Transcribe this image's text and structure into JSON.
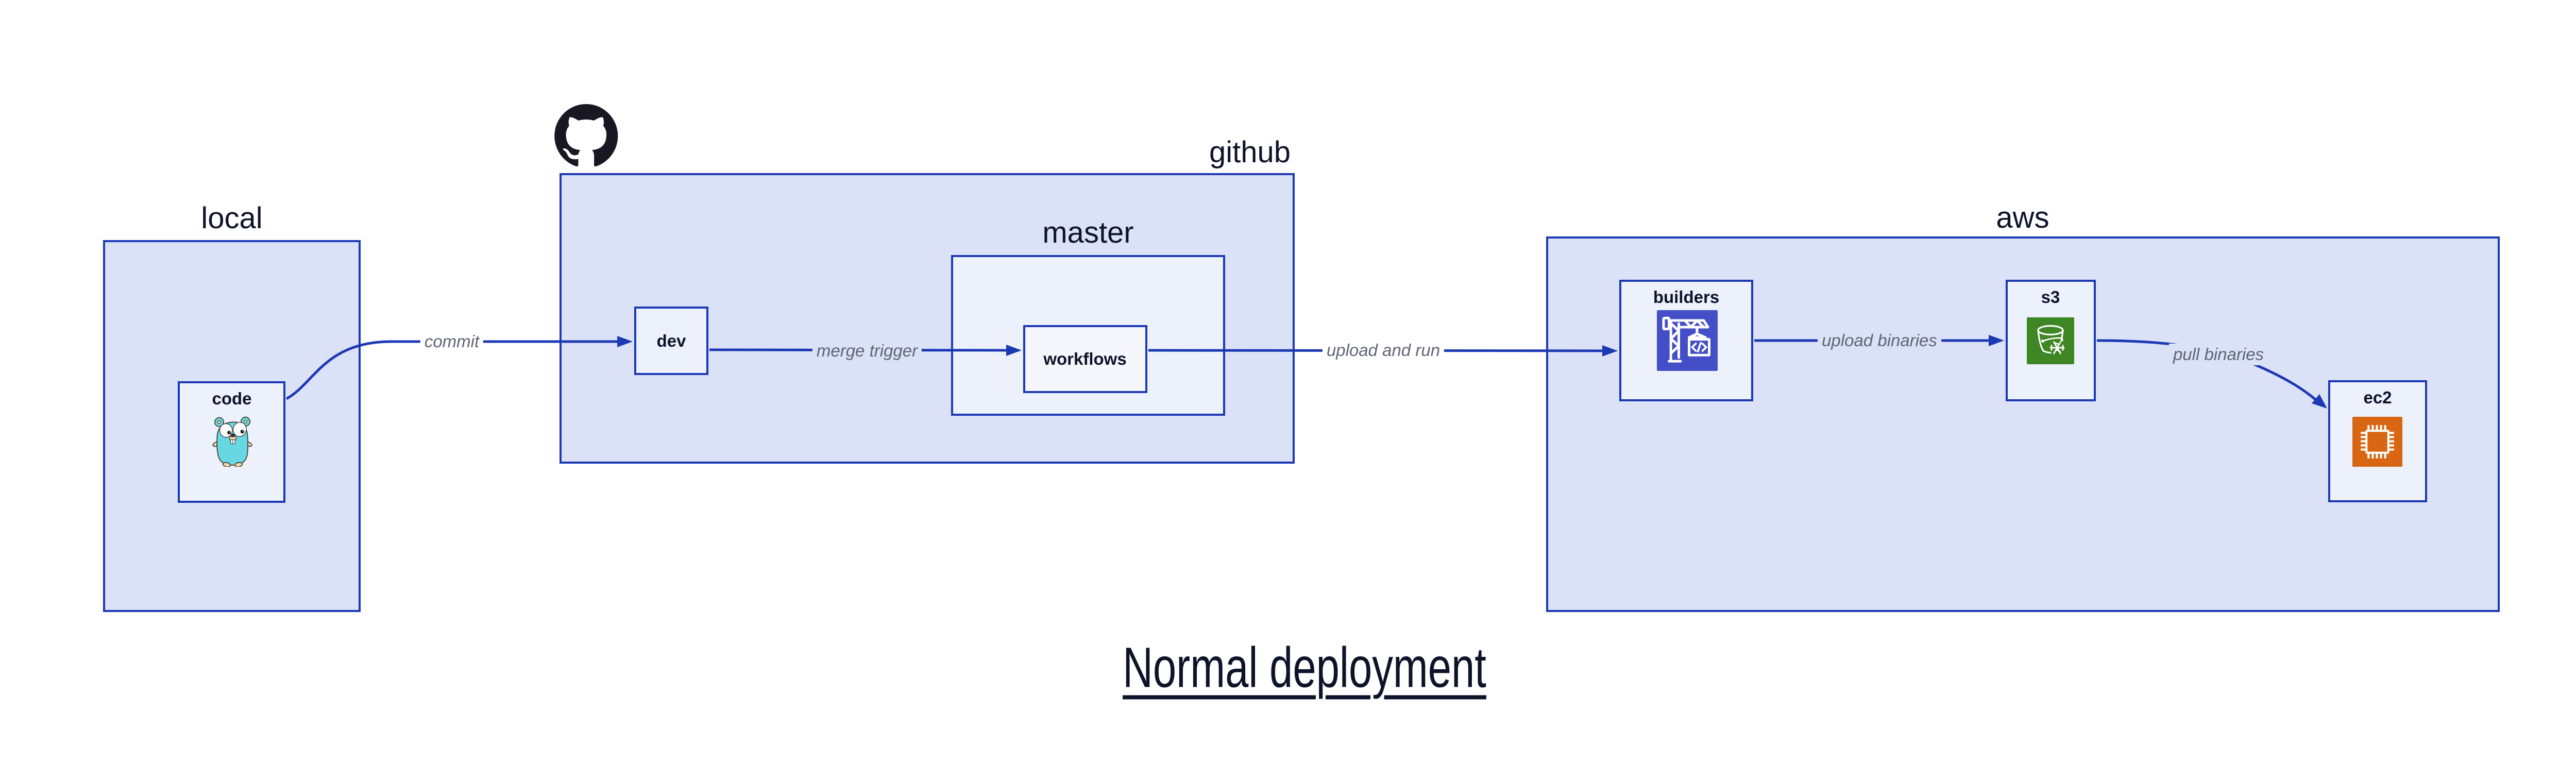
{
  "title": {
    "text": "Normal deployment"
  },
  "containers": [
    {
      "id": "local",
      "label": "local"
    },
    {
      "id": "github",
      "label": "github"
    },
    {
      "id": "master",
      "label": "master"
    },
    {
      "id": "aws",
      "label": "aws"
    }
  ],
  "nodes": [
    {
      "id": "code",
      "label": "code",
      "icon": "go-gopher-icon"
    },
    {
      "id": "dev",
      "label": "dev",
      "icon": null
    },
    {
      "id": "workflows",
      "label": "workflows",
      "icon": null
    },
    {
      "id": "builders",
      "label": "builders",
      "icon": "aws-codebuild-crane-icon"
    },
    {
      "id": "s3",
      "label": "s3",
      "icon": "aws-s3-glacier-bucket-snowflake-icon"
    },
    {
      "id": "ec2",
      "label": "ec2",
      "icon": "aws-ec2-chip-icon"
    }
  ],
  "edges": [
    {
      "label": "commit",
      "from": "code",
      "to": "dev"
    },
    {
      "label": "merge trigger",
      "from": "dev",
      "to": "workflows"
    },
    {
      "label": "upload and run",
      "from": "workflows",
      "to": "builders"
    },
    {
      "label": "upload binaries",
      "from": "builders",
      "to": "s3"
    },
    {
      "label": "pull binaries",
      "from": "s3",
      "to": "ec2"
    }
  ],
  "icons": {
    "github_logo": "github-octocat-icon"
  },
  "colors": {
    "accent_blue": "#1c39b4",
    "container_fill": "#dbe2f8",
    "node_fill": "#edf1fc",
    "workflows_fill": "#f5f7fd",
    "label_text": "#0d1329",
    "edge_label_text": "#5e6573",
    "codebuild_icon_bg": "#444fc7",
    "s3_glacier_icon_bg": "#3f8624",
    "ec2_icon_bg": "#d86613",
    "gopher_body": "#67d7e2",
    "gopher_skin": "#f5d6a4",
    "github_logo": "#191721",
    "page_background": "#ffffff"
  }
}
